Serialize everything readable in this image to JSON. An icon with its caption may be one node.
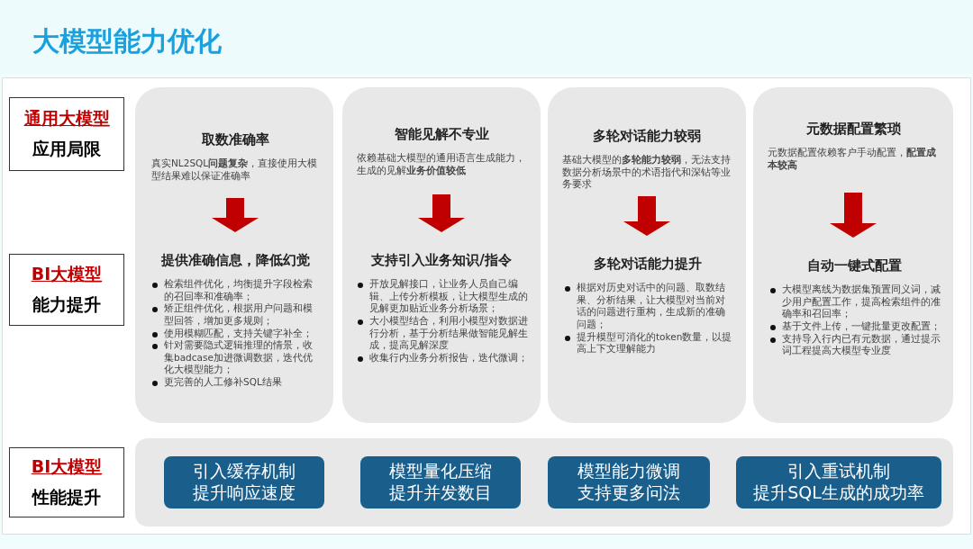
{
  "diagram": {
    "title": "大模型能力优化",
    "nodes": [
      {
        "text": [
          "通用大模型",
          "应用局限"
        ]
      },
      {
        "text": [
          "BI大模型",
          "能力提升"
        ]
      },
      {
        "text": [
          "BI大模型",
          "性能提升"
        ]
      },
      {
        "text": [],
        "shape": "box"
      },
      {
        "text": [
          "取数准确率",
          "真实NL2SQL**问题复杂**，直接使用大模型结果难以保证准确率"
        ],
        "in": 3
      },
      {
        "text": [
          "提供准确信息，降低幻觉",
          "检索组件优化，均衡提升字段检索的召回率和准确率；",
          "矫正组件优化，根据用户问题和模型回答，增加更多规则；",
          "使用模糊匹配，支持关键字补全；",
          "针对需要隐式逻辑推理的情景，收集badcase加进微调数据，迭代优化大模型能力；",
          "更完善的人工修补SQL结果"
        ],
        "in": 3
      },
      {
        "text": [],
        "shape": "box"
      },
      {
        "text": [
          "智能见解不专业",
          "依赖基础大模型的通用语言生成能力，生成的见解**业务价值较低**"
        ],
        "in": 6
      },
      {
        "text": [
          "支持引入业务知识/指令",
          "开放见解接口，让业务人员自己编辑、上传分析模板，让大模型生成的见解更加贴近业务分析场景；",
          "大小模型结合，利用小模型对数据进行分析，基于分析结果做智能见解生成，提高见解深度",
          "收集行内业务分析报告，迭代微调；"
        ],
        "in": 6
      },
      {
        "text": [],
        "shape": "box"
      },
      {
        "text": [
          "多轮对话能力较弱",
          "基础大模型的**多轮能力较弱**，无法支持数据分析场景中的术语指代和深钻等业务要求"
        ],
        "in": 9
      },
      {
        "text": [
          "多轮对话能力提升",
          "根据对历史对话中的问题、取数结果、分析结果，让大模型对当前对话的问题进行重构，生成新的准确问题；",
          "提升模型可消化的token数量，以提高上下文理解能力"
        ],
        "in": 9
      },
      {
        "text": [],
        "shape": "box"
      },
      {
        "text": [
          "元数据配置繁琐",
          "元数据配置依赖客户手动配置，**配置成本较高**"
        ],
        "in": 12
      },
      {
        "text": [
          "自动一键式配置",
          "大模型离线为数据集预置同义词，减少用户配置工作，提高检索组件的准确率和召回率；",
          "基于文件上传，一键批量更改配置；",
          "支持导入行内已有元数据，通过提示词工程提高大模型专业度"
        ],
        "in": 12
      },
      {
        "text": [],
        "shape": "box"
      },
      {
        "text": [
          "引入缓存机制",
          "提升响应速度"
        ],
        "in": 15
      },
      {
        "text": [
          "模型量化压缩",
          "提升并发数目"
        ],
        "in": 15
      },
      {
        "text": [
          "模型能力微调",
          "支持更多问法"
        ],
        "in": 15
      },
      {
        "text": [
          "引入重试机制",
          "提升SQL生成的成功率"
        ],
        "in": 15
      }
    ],
    "edges": [
      {
        "from": 4,
        "to": 5,
        "arrow": "to",
        "style": "thick",
        "color": "#c00000"
      },
      {
        "from": 7,
        "to": 8,
        "arrow": "to",
        "style": "thick",
        "color": "#c00000"
      },
      {
        "from": 10,
        "to": 11,
        "arrow": "to",
        "style": "thick",
        "color": "#c00000"
      },
      {
        "from": 13,
        "to": 14,
        "arrow": "to",
        "style": "thick",
        "color": "#c00000"
      }
    ]
  }
}
